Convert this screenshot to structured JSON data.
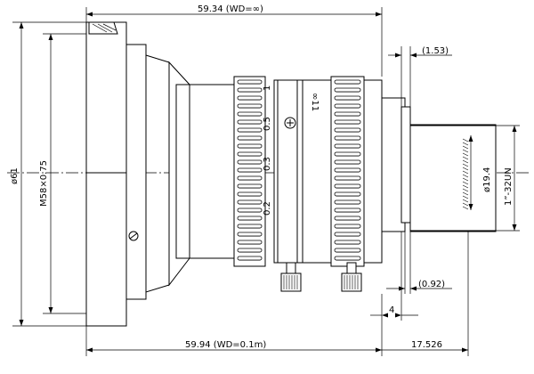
{
  "drawing": {
    "dimensions": {
      "top_length": "59.34 (WD=∞)",
      "bottom_length": "59.94 (WD=0.1m)",
      "overall_diameter": "ø61",
      "filter_thread": "M58×0.75",
      "mount_diameter": "ø19.4",
      "mount_thread": "1”-32UN",
      "flange_gap_top": "(1.53)",
      "flange_gap_bottom": "(0.92)",
      "flange_thickness": "4",
      "flange_back": "17.526"
    },
    "focus_scale": [
      "1",
      "0.5",
      "0.3",
      "0.2"
    ],
    "aperture_mark": "∞11"
  }
}
